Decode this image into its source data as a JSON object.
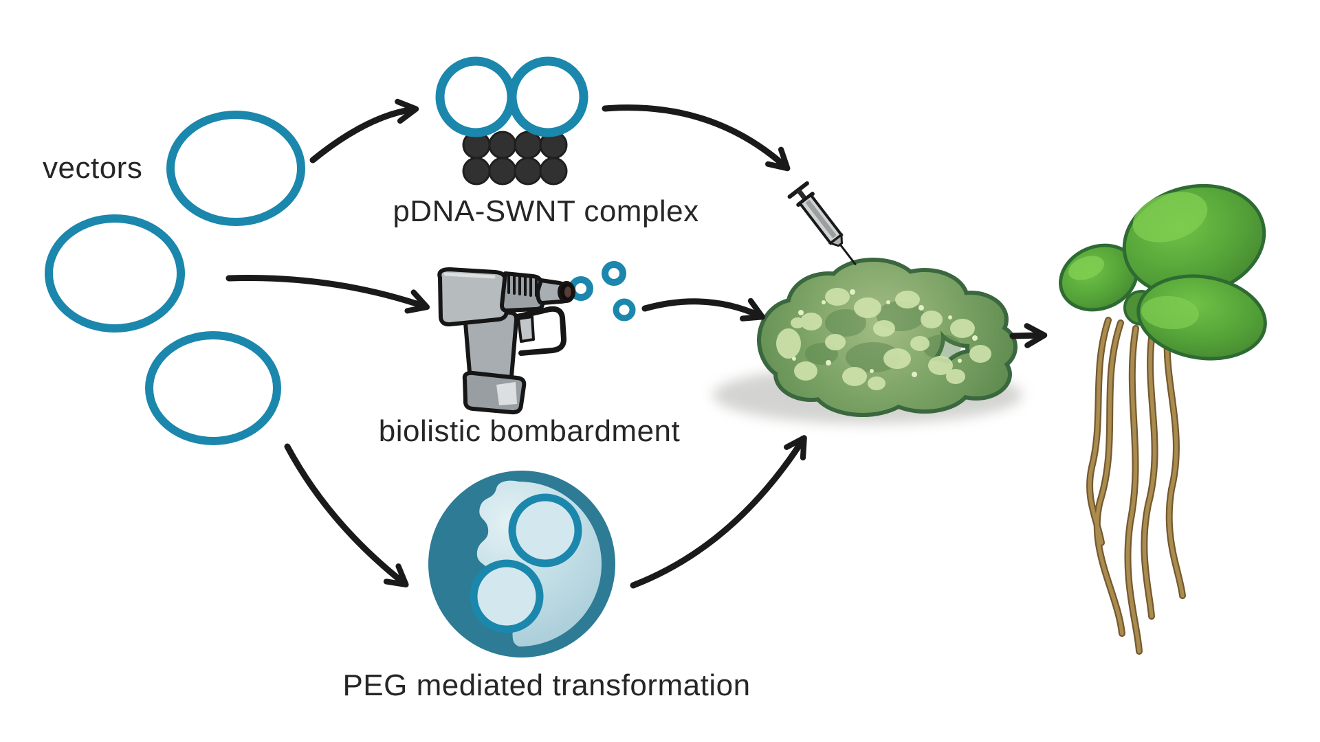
{
  "figure": {
    "background": "#ffffff",
    "labels": {
      "vectors": "vectors",
      "pdna_swnt": "pDNA-SWNT complex",
      "biolistic": "biolistic bombardment",
      "peg": "PEG mediated transformation"
    },
    "colors": {
      "plasmid_blue": "#1b87ac",
      "cell_teal": "#2d7b95",
      "cell_inner_light": "#c6e0e8",
      "swnt_black": "#313131",
      "arrow_black": "#1a1a1a",
      "text": "#262626",
      "gun_gray": "#b6bbbe",
      "gun_dark_gray": "#9aa0a4",
      "callus_green": "#7ba265",
      "callus_speckle": "#cfe3ac",
      "callus_outline": "#3a673d",
      "leaf_green": "#54a238",
      "leaf_highlight": "#82cf52",
      "leaf_outline": "#2e6b33",
      "root_tan": "#ab8c50",
      "root_outline": "#74592e",
      "shadow_gray": "#c5c6c2"
    },
    "icons": [
      "plasmid-vector-circle-icon",
      "pdna-swnt-complex-icon",
      "gene-gun-icon",
      "particle-icon",
      "protoplast-cell-icon",
      "syringe-icon",
      "callus-icon",
      "duckweed-plant-icon",
      "arrow-icon"
    ]
  }
}
